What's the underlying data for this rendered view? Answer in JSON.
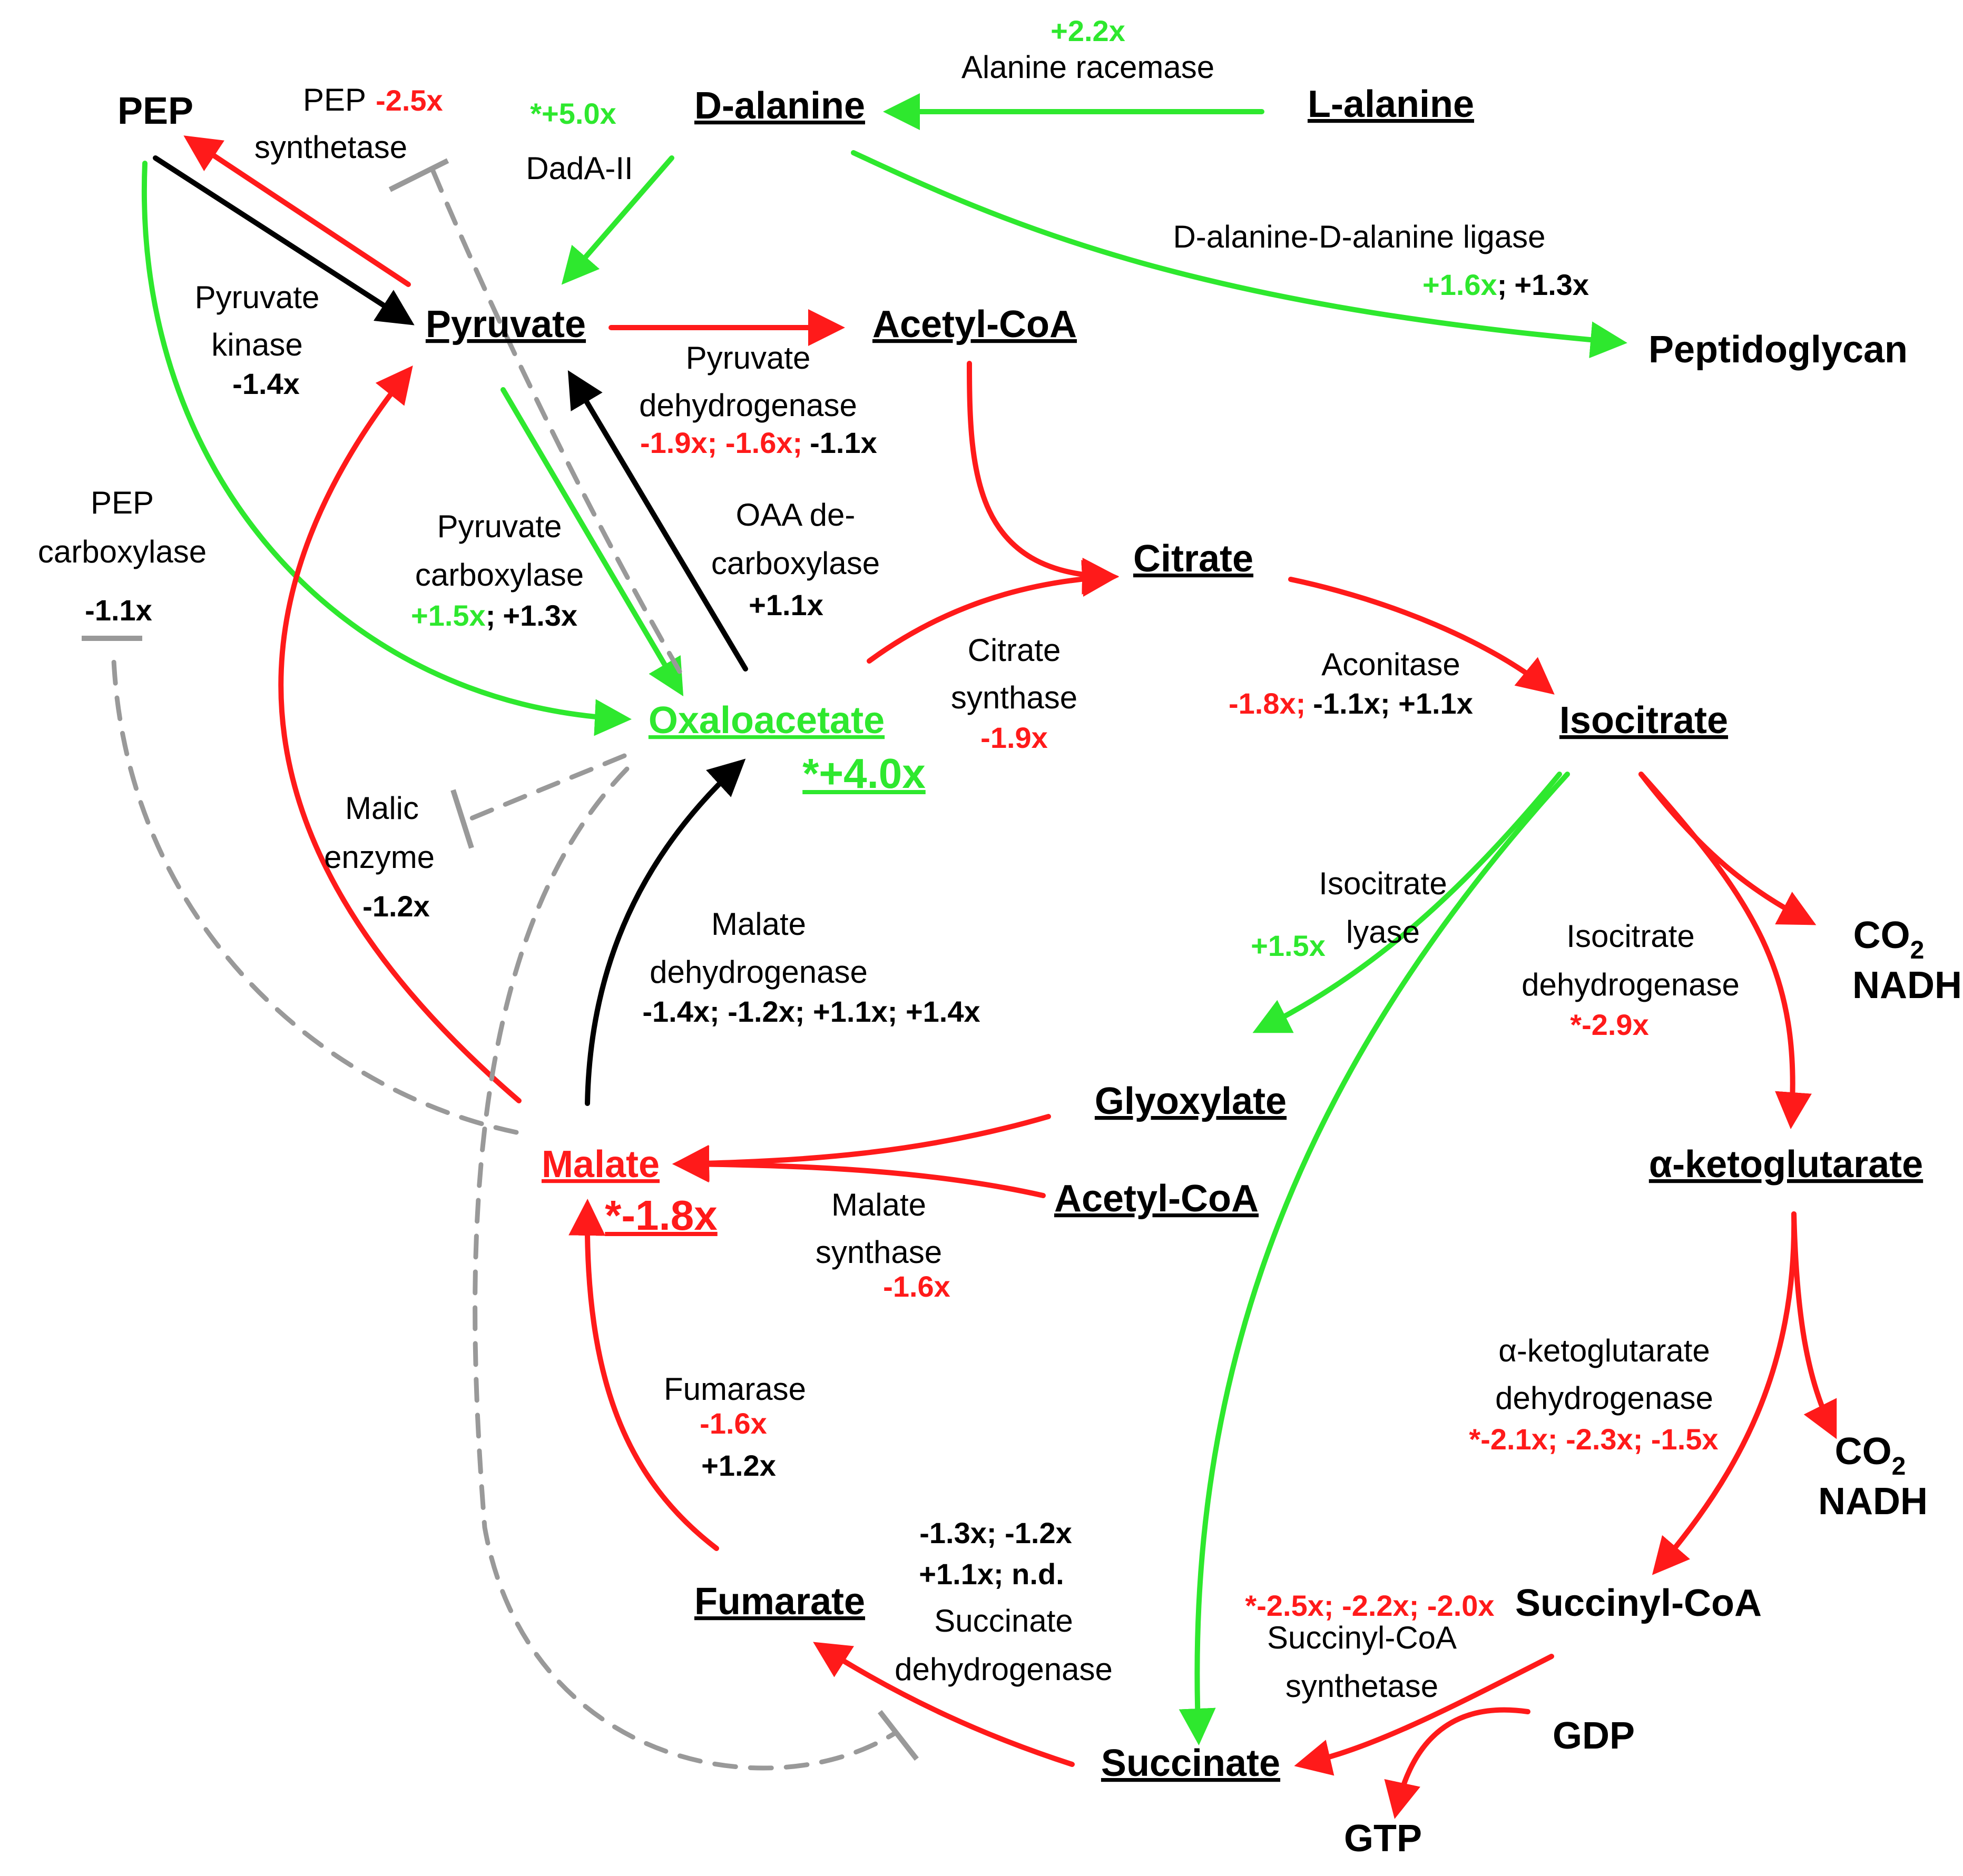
{
  "colors": {
    "red": "#ff1a1a",
    "green": "#2ee82e",
    "black": "#000000",
    "gray": "#999999"
  },
  "metabolites": {
    "pep": "PEP",
    "d_alanine": "D-alanine",
    "l_alanine": "L-alanine",
    "pyruvate": "Pyruvate",
    "acetyl_coa_top": "Acetyl-CoA",
    "peptidoglycan": "Peptidoglycan",
    "citrate": "Citrate",
    "isocitrate": "Isocitrate",
    "oxaloacetate": "Oxaloacetate",
    "oxaloacetate_fold": "*+4.0x",
    "co2_a": "CO",
    "co2_a_sub": "2",
    "nadh_a": "NADH",
    "glyoxylate": "Glyoxylate",
    "alpha_kg": "α-ketoglutarate",
    "malate": "Malate",
    "malate_fold": "*-1.8x",
    "acetyl_coa_bottom": "Acetyl-CoA",
    "co2_b": "CO",
    "co2_b_sub": "2",
    "nadh_b": "NADH",
    "fumarate": "Fumarate",
    "succinyl_coa": "Succinyl-CoA",
    "gdp": "GDP",
    "succinate": "Succinate",
    "gtp": "GTP"
  },
  "enzymes": {
    "alanine_racemase": {
      "name": "Alanine racemase",
      "fold_green": "+2.2x"
    },
    "pep_synthetase": {
      "name1": "PEP",
      "fold_red": "-2.5x",
      "name2": "synthetase"
    },
    "dada": {
      "fold_green": "*+5.0x",
      "name": "DadA-II"
    },
    "dd_ligase": {
      "name": "D-alanine-D-alanine ligase",
      "fold_green": "+1.6x",
      "sep": ";",
      "fold_black": "+1.3x"
    },
    "pyruvate_kinase": {
      "name1": "Pyruvate",
      "name2": "kinase",
      "fold": "-1.4x"
    },
    "pdh": {
      "name1": "Pyruvate",
      "name2": "dehydrogenase",
      "fold_red": "-1.9x; -1.6x;",
      "fold_black": "-1.1x"
    },
    "pep_carboxylase": {
      "name1": "PEP",
      "name2": "carboxylase",
      "fold": "-1.1x"
    },
    "pyruvate_carboxylase": {
      "name1": "Pyruvate",
      "name2": "carboxylase",
      "fold_green": "+1.5x",
      "sep": ";",
      "fold_black": "+1.3x"
    },
    "oaa_decarboxylase": {
      "name1": "OAA de-",
      "name2": "carboxylase",
      "fold": "+1.1x"
    },
    "citrate_synthase": {
      "name1": "Citrate",
      "name2": "synthase",
      "fold_red": "-1.9x"
    },
    "aconitase": {
      "name": "Aconitase",
      "fold_red": "-1.8x;",
      "fold_black": "-1.1x; +1.1x"
    },
    "malic_enzyme": {
      "name1": "Malic",
      "name2": "enzyme",
      "fold": "-1.2x"
    },
    "isocitrate_lyase": {
      "name1": "Isocitrate",
      "name2": "lyase",
      "fold_green": "+1.5x"
    },
    "icdh": {
      "name1": "Isocitrate",
      "name2": "dehydrogenase",
      "fold_red": "*-2.9x"
    },
    "mdh": {
      "name1": "Malate",
      "name2": "dehydrogenase",
      "fold": "-1.4x; -1.2x; +1.1x; +1.4x"
    },
    "malate_synthase": {
      "name1": "Malate",
      "name2": "synthase",
      "fold_red": "-1.6x"
    },
    "akgdh": {
      "name1": "α-ketoglutarate",
      "name2": "dehydrogenase",
      "fold_red": "*-2.1x; -2.3x; -1.5x"
    },
    "fumarase": {
      "name": "Fumarase",
      "fold_red": "-1.6x",
      "fold_black": "+1.2x"
    },
    "sdh": {
      "fold1": "-1.3x; -1.2x",
      "fold2": "+1.1x; n.d.",
      "name1": "Succinate",
      "name2": "dehydrogenase"
    },
    "scs": {
      "fold_red": "*-2.5x; -2.2x; -2.0x",
      "name1": "Succinyl-CoA",
      "name2": "synthetase"
    }
  }
}
